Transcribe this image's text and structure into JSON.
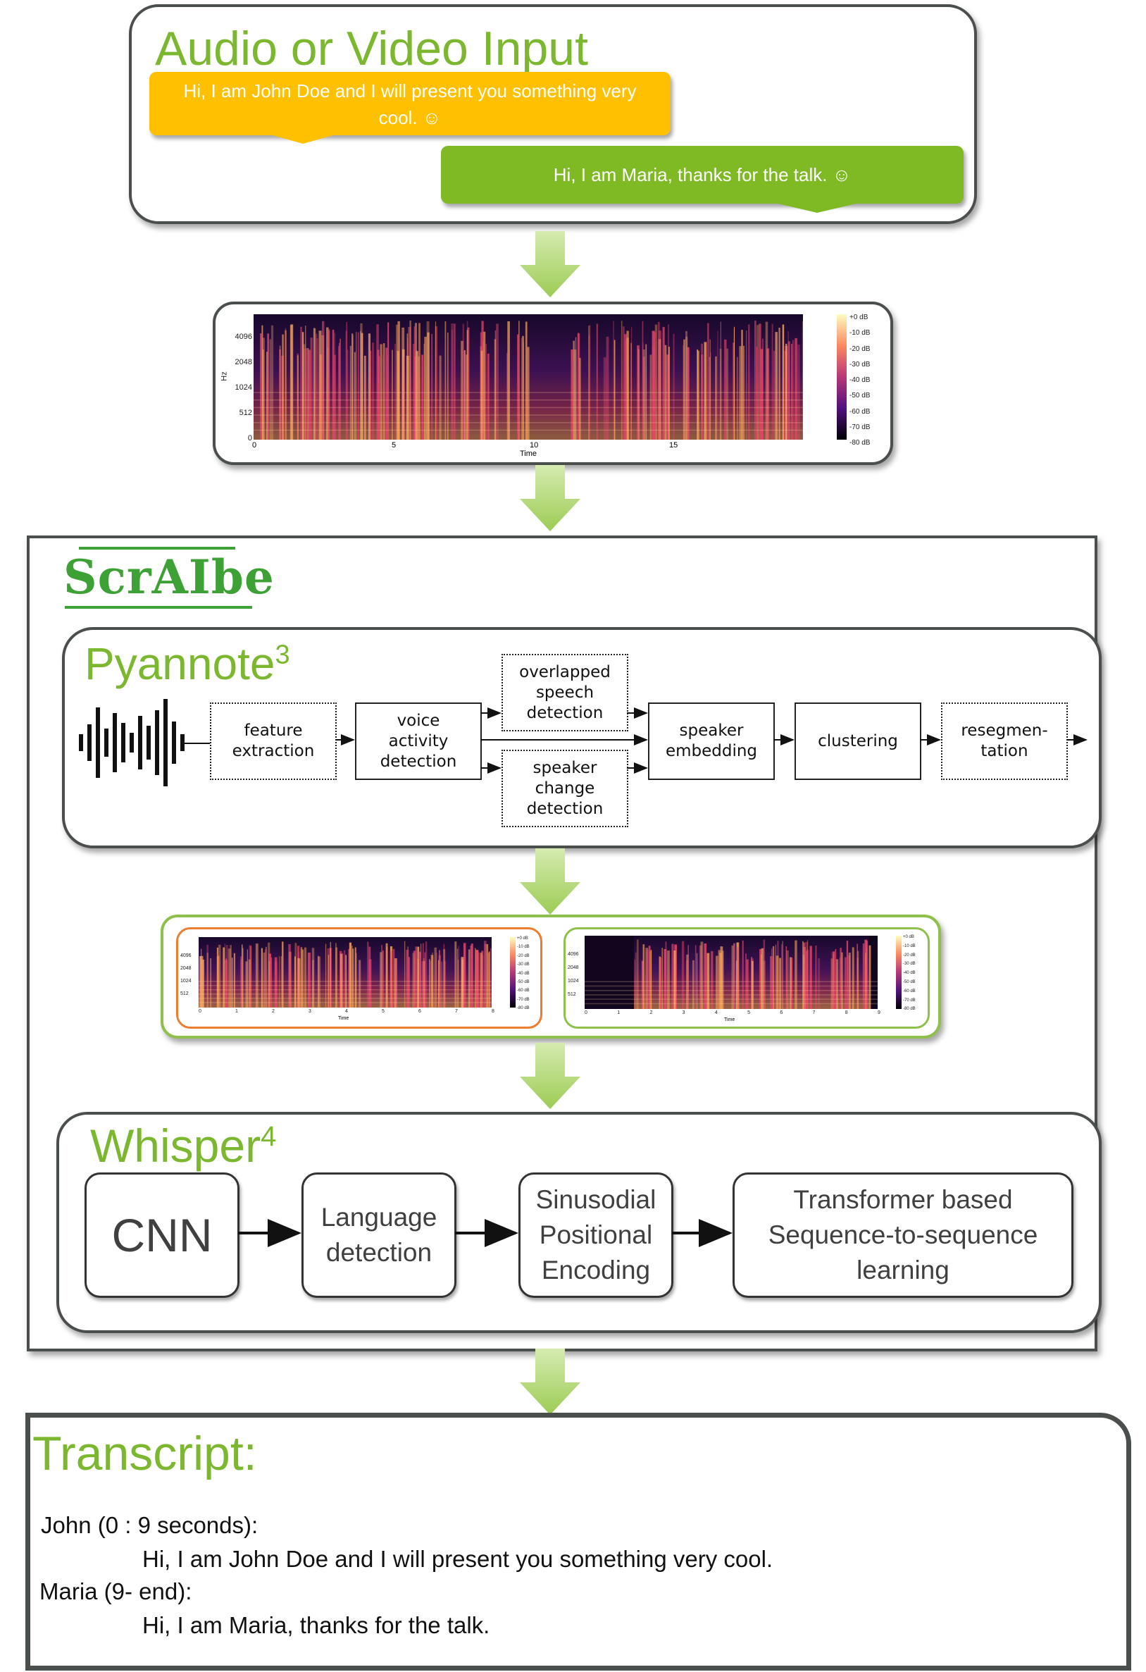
{
  "input": {
    "title": "Audio or Video Input",
    "john_bubble_line1": "Hi, I am John Doe and I will present you something very",
    "john_bubble_line2": "cool. ☺",
    "maria_bubble": "Hi, I am Maria, thanks for the talk. ☺"
  },
  "spectrogram_main": {
    "y_ticks": [
      "4096",
      "2048",
      "1024",
      "512",
      "0"
    ],
    "y_label": "Hz",
    "x_ticks": [
      "0",
      "5",
      "10",
      "15"
    ],
    "x_label": "Time",
    "colorbar_ticks": [
      "+0 dB",
      "-10 dB",
      "-20 dB",
      "-30 dB",
      "-40 dB",
      "-50 dB",
      "-60 dB",
      "-70 dB",
      "-80 dB"
    ]
  },
  "scraibe": {
    "logo": "ScrAIbe"
  },
  "pyannote": {
    "title": "Pyannote",
    "sup": "3",
    "steps": {
      "feature_extraction": [
        "feature",
        "extraction"
      ],
      "voice_activity": [
        "voice",
        "activity",
        "detection"
      ],
      "overlapped": [
        "overlapped",
        "speech",
        "detection"
      ],
      "speaker_change": [
        "speaker",
        "change",
        "detection"
      ],
      "speaker_embedding": [
        "speaker",
        "embedding"
      ],
      "clustering": [
        "clustering"
      ],
      "resegmentation": [
        "resegmen-",
        "tation"
      ]
    }
  },
  "split_spectrograms": {
    "left_y_ticks": [
      "4096",
      "2048",
      "1024",
      "512"
    ],
    "left_x_ticks": [
      "0",
      "1",
      "2",
      "3",
      "4",
      "5",
      "6",
      "7",
      "8"
    ],
    "right_y_ticks": [
      "4096",
      "2048",
      "1024",
      "512"
    ],
    "right_x_ticks": [
      "0",
      "1",
      "2",
      "3",
      "4",
      "5",
      "6",
      "7",
      "8",
      "9"
    ],
    "x_label": "Time",
    "colorbar_ticks": [
      "+0 dB",
      "-10 dB",
      "-20 dB",
      "-30 dB",
      "-40 dB",
      "-50 dB",
      "-60 dB",
      "-70 dB",
      "-80 dB"
    ]
  },
  "whisper": {
    "title": "Whisper",
    "sup": "4",
    "steps": {
      "cnn": [
        "CNN"
      ],
      "language": [
        "Language",
        "detection"
      ],
      "positional": [
        "Sinusodial",
        "Positional",
        "Encoding"
      ],
      "transformer": [
        "Transformer based",
        "Sequence-to-sequence",
        "learning"
      ]
    }
  },
  "transcript": {
    "title": "Transcript:",
    "speaker1": "John (0 : 9 seconds):",
    "text1": "Hi, I am John Doe and I will present you something very cool.",
    "speaker2": "Maria (9- end):",
    "text2": "Hi, I am Maria, thanks for  the talk."
  },
  "colors": {
    "accent_green": "#7cb82f",
    "logo_green": "#3da135",
    "bubble_yellow": "#fec000",
    "bubble_green": "#7fba25",
    "panel_border": "#4b4f4c",
    "split_left_border": "#ed7d31",
    "split_right_border": "#8fc04b"
  }
}
